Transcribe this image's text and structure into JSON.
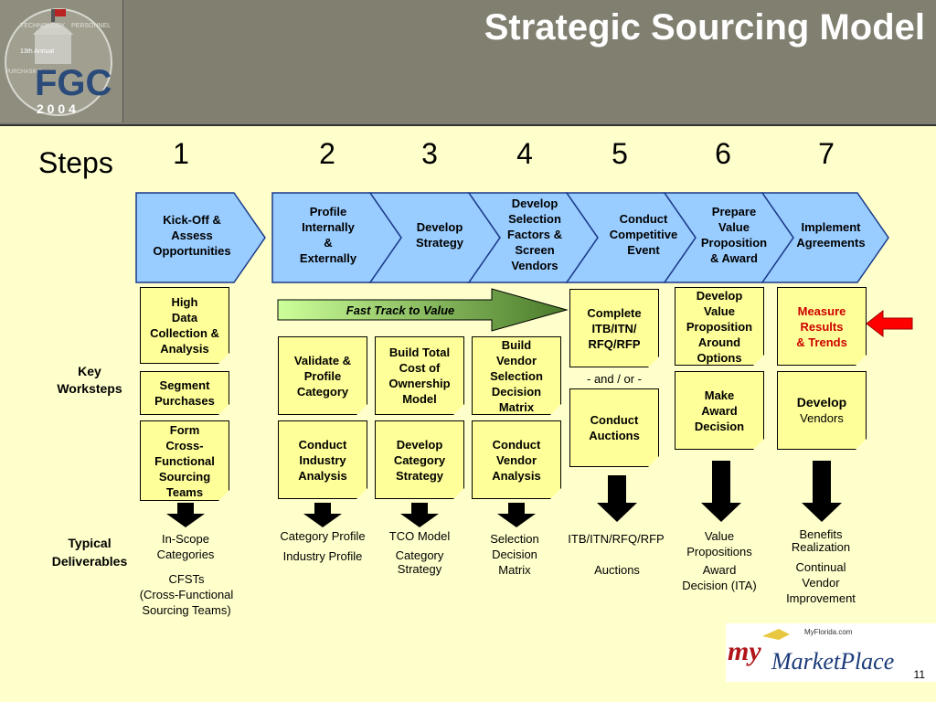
{
  "header": {
    "title": "Strategic Sourcing Model",
    "logo": {
      "name": "fgc-logo",
      "line1": "TECHNOLOGY",
      "line2": "PERSONNEL",
      "line3": "PURCHASING",
      "annual": "13th Annual",
      "acronym": "FGC",
      "year": "2 0 0 4"
    }
  },
  "steps_label": "Steps",
  "step_numbers": [
    "1",
    "2",
    "3",
    "4",
    "5",
    "6",
    "7"
  ],
  "chevrons": [
    "Kick-Off &\nAssess\nOpportunities",
    "Profile\nInternally\n&\nExternally",
    "Develop\nStrategy",
    "Develop\nSelection\nFactors &\nScreen\nVendors",
    "Conduct\nCompetitive\nEvent",
    "Prepare\nValue\nProposition\n& Award",
    "Implement\nAgreements"
  ],
  "fast_track": "Fast Track to Value",
  "key_worksteps_label": "Key\nWorksteps",
  "worksteps": {
    "high_data": "High\nData\nCollection &\nAnalysis",
    "segment": "Segment\nPurchases",
    "form_teams": "Form\nCross-\nFunctional\nSourcing\nTeams",
    "validate": "Validate &\nProfile\nCategory",
    "conduct_industry": "Conduct\nIndustry\nAnalysis",
    "build_tco": "Build Total\nCost of\nOwnership\nModel",
    "develop_category": "Develop\nCategory\nStrategy",
    "build_vendor": "Build\nVendor\nSelection\nDecision\nMatrix",
    "conduct_vendor": "Conduct\nVendor\nAnalysis",
    "complete_itb": "Complete\nITB/ITN/\nRFQ/RFP",
    "and_or": "- and / or -",
    "conduct_auctions": "Conduct\nAuctions",
    "develop_value": "Develop\nValue\nProposition\nAround\nOptions",
    "make_award": "Make\nAward\nDecision",
    "measure": "Measure\nResults\n& Trends",
    "develop_vendors_1": "Develop",
    "develop_vendors_2": "Vendors"
  },
  "typical_deliverables_label": "Typical\nDeliverables",
  "deliverables": {
    "d1a": "In-Scope\nCategories",
    "d1b": "CFSTs\n(Cross-Functional\nSourcing Teams)",
    "d2a": "Category Profile",
    "d2b": "Industry Profile",
    "d3a": "TCO Model",
    "d3b": "Category\nStrategy",
    "d4": "Selection\nDecision\nMatrix",
    "d5a": "ITB/ITN/RFQ/RFP",
    "d5b": "Auctions",
    "d6a": "Value\nPropositions",
    "d6b": "Award\nDecision (ITA)",
    "d7a": "Benefits\nRealization",
    "d7b": "Continual\nVendor\nImprovement"
  },
  "footer": {
    "logo_small": "MyFlorida.com",
    "logo_my": "my",
    "logo_main": "MarketPlace",
    "page_number": "11"
  },
  "colors": {
    "chevron": "#99ccff",
    "card": "#ffff99",
    "background": "#ffffcc",
    "header": "#807f70",
    "measure_text": "#cc0000",
    "red_arrow": "#ff0000"
  }
}
